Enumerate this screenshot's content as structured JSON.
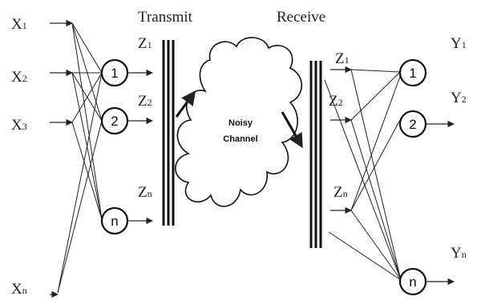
{
  "header": {
    "transmit": "Transmit",
    "receive": "Receive"
  },
  "inputs": [
    {
      "base": "X",
      "sub": "1"
    },
    {
      "base": "X",
      "sub": "2"
    },
    {
      "base": "X",
      "sub": "3"
    },
    {
      "base": "X",
      "sub": "n"
    }
  ],
  "encoder": {
    "nodes": [
      "1",
      "2",
      "n"
    ],
    "outputs": [
      {
        "base": "Z",
        "sub": "1"
      },
      {
        "base": "Z",
        "sub": "2"
      },
      {
        "base": "Z",
        "sub": "n"
      }
    ]
  },
  "channel": {
    "line1": "Noisy",
    "line2": "Channel"
  },
  "decoder": {
    "inputs": [
      {
        "base": "Z",
        "sub": "1"
      },
      {
        "base": "Z",
        "sub": "2"
      },
      {
        "base": "Z",
        "sub": "n"
      }
    ],
    "nodes": [
      "1",
      "2",
      "n"
    ],
    "outputs": [
      {
        "base": "Y",
        "sub": "1"
      },
      {
        "base": "Y",
        "sub": "2"
      },
      {
        "base": "Y",
        "sub": "n"
      }
    ]
  }
}
